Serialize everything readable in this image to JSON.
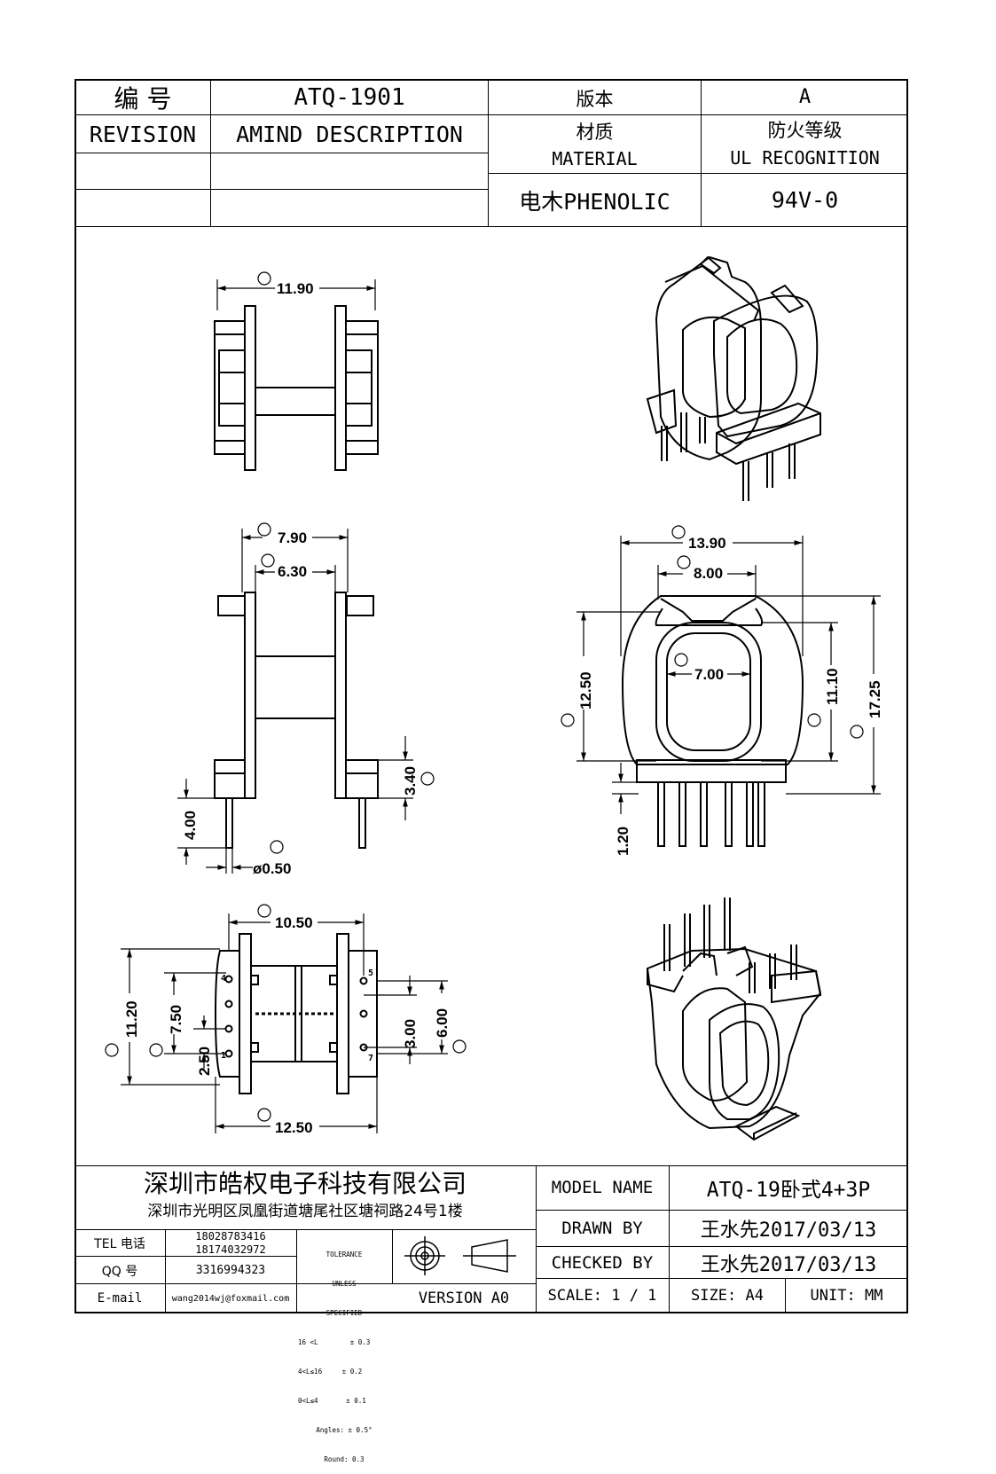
{
  "header": {
    "number_label": "编  号",
    "number_value": "ATQ-1901",
    "version_label": "版本",
    "version_value": "A",
    "revision_label": "REVISION",
    "amind_label": "AMIND DESCRIPTION",
    "material_cn": "材质",
    "material_en": "MATERIAL",
    "ul_cn": "防火等级",
    "ul_en": "UL RECOGNITION",
    "material_value": "电木PHENOLIC",
    "ul_value": "94V-0"
  },
  "dimensions": {
    "a": "11.90",
    "b": "7.90",
    "c": "6.30",
    "d": "3.40",
    "e": "4.00",
    "f": "ø0.50",
    "g": "13.90",
    "h": "8.00",
    "i": "7.00",
    "j": "12.50",
    "k": "11.10",
    "l": "17.25",
    "m": "1.20",
    "n": "10.50",
    "o": "11.20",
    "p": "7.50",
    "q": "2.50",
    "r": "3.00",
    "s": "6.00",
    "t": "12.50"
  },
  "pins": {
    "p4": "4",
    "p1": "1",
    "p5": "5",
    "p7": "7"
  },
  "footer": {
    "company": "深圳市皓权电子科技有限公司",
    "address": "深圳市光明区凤凰街道塘尾社区塘祠路24号1楼",
    "tel_label": "TEL 电话",
    "tel_values": [
      "18028783416",
      "18174032972"
    ],
    "qq_label": "QQ  号",
    "qq_value": "3316994323",
    "email_label": "E-mail",
    "email_value": "wang2014wj@foxmail.com",
    "tolerance": [
      "TOLERANCE",
      "UNLESS",
      "SPECIFIED",
      "16 <L        ± 0.3",
      "4<L≤16     ± 0.2",
      "0<L≤4       ± 0.1",
      "Angles: ± 0.5°",
      "Round: 0.3"
    ],
    "version": "VERSION A0",
    "model_label": "MODEL NAME",
    "model_value": "ATQ-19卧式4+3P",
    "drawn_label": "DRAWN BY",
    "drawn_value": "王水先2017/03/13",
    "checked_label": "CHECKED BY",
    "checked_value": "王水先2017/03/13",
    "scale": "SCALE:  1 / 1",
    "size": "SIZE:  A4",
    "unit": "UNIT:  MM"
  }
}
